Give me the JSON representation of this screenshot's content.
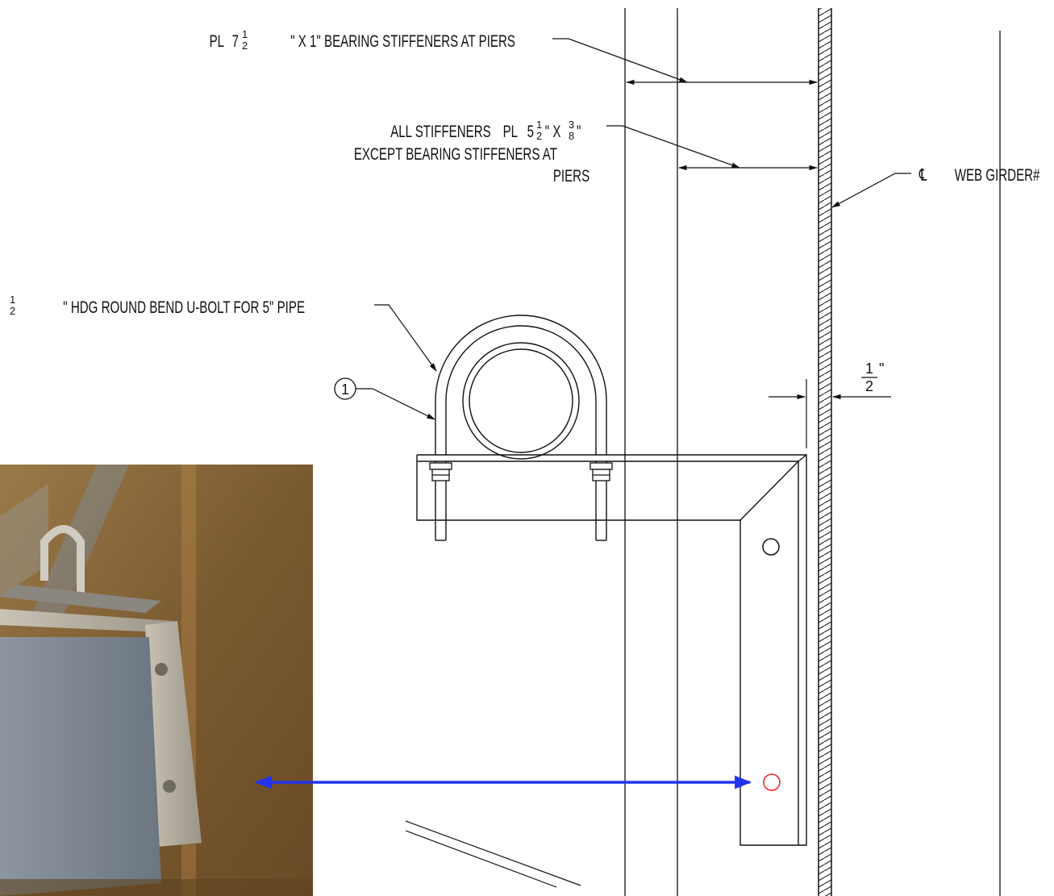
{
  "labels": {
    "bearing_plate": "PL 7½\" X 1\" BEARING STIFFENERS AT PIERS",
    "bearing_plate_pl": "PL",
    "bearing_plate_rest": "7",
    "bearing_plate_frac_num": "1",
    "bearing_plate_frac_den": "2",
    "bearing_plate_tail": "\" X 1\" BEARING STIFFENERS AT PIERS",
    "stiffeners_line1_a": "ALL STIFFENERS",
    "stiffeners_line1_pl": "PL",
    "stiffeners_line1_b": "5",
    "stiffeners_frac1_num": "1",
    "stiffeners_frac1_den": "2",
    "stiffeners_line1_c": "\" X",
    "stiffeners_frac2_num": "3",
    "stiffeners_frac2_den": "8",
    "stiffeners_line1_d": "\"",
    "stiffeners_line2": "EXCEPT BEARING STIFFENERS AT",
    "stiffeners_line3": "PIERS",
    "web_girder": "WEB GIRDER#",
    "web_girder_symbol": "℄",
    "ubolt_frac_num": "1",
    "ubolt_frac_den": "2",
    "ubolt_text": "\" HDG ROUND BEND U-BOLT FOR 5\" PIPE",
    "gap_frac_num": "1",
    "gap_frac_den": "2",
    "gap_inch": "\"",
    "callout_number": "1"
  },
  "colors": {
    "line": "#111111",
    "arrow_blue": "#2233ee",
    "hole_red": "#ee2222",
    "photo_bg": "#8a6a38"
  }
}
